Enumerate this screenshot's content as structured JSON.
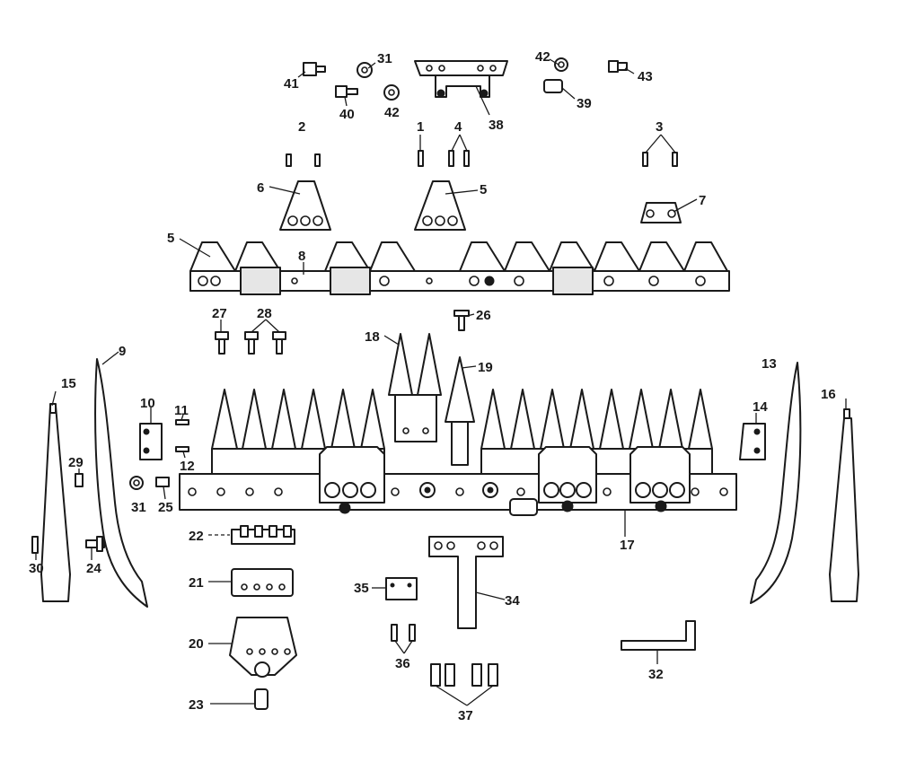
{
  "labels": {
    "p1": "1",
    "p2": "2",
    "p3": "3",
    "p4": "4",
    "p5a": "5",
    "p5b": "5",
    "p6": "6",
    "p7": "7",
    "p8": "8",
    "p9": "9",
    "p10": "10",
    "p11": "11",
    "p12": "12",
    "p13": "13",
    "p14": "14",
    "p15": "15",
    "p16": "16",
    "p17": "17",
    "p18": "18",
    "p19": "19",
    "p20": "20",
    "p21": "21",
    "p22": "22",
    "p23": "23",
    "p24": "24",
    "p25": "25",
    "p26": "26",
    "p27": "27",
    "p28": "28",
    "p29": "29",
    "p30": "30",
    "p31a": "31",
    "p31b": "31",
    "p32": "32",
    "p34": "34",
    "p35": "35",
    "p36": "36",
    "p37": "37",
    "p38": "38",
    "p39": "39",
    "p40": "40",
    "p41": "41",
    "p42a": "42",
    "p42b": "42",
    "p43": "43"
  }
}
